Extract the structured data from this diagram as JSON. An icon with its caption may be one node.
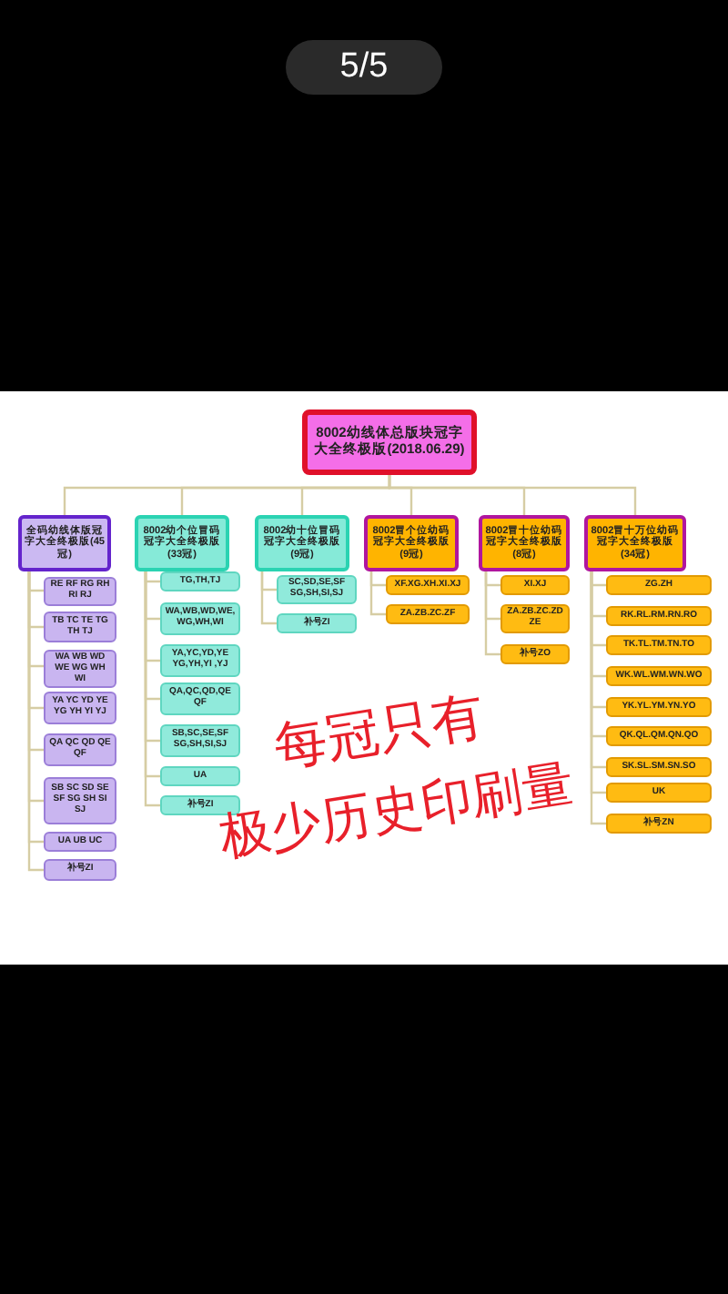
{
  "diagram": {
    "nodes": [
      {
        "text": [
          "8002幼线体总版块冠字大全终极版(2018.06.29)"
        ]
      },
      {
        "text": [
          "全码幼线体版冠字大全终极版(45冠)"
        ]
      },
      {
        "text": [
          "RE RF RG RH RI RJ"
        ]
      },
      {
        "text": [
          "TB TC TE TG TH TJ"
        ]
      },
      {
        "text": [
          "WA WB WD WE WG WH WI"
        ]
      },
      {
        "text": [
          "YA YC YD YE YG YH YI YJ"
        ]
      },
      {
        "text": [
          "QA QC QD QE QF"
        ]
      },
      {
        "text": [
          "SB SC SD SE SF SG SH SI SJ"
        ]
      },
      {
        "text": [
          "UA UB UC"
        ]
      },
      {
        "text": [
          "补号ZI"
        ]
      },
      {
        "text": [
          "8002幼个位冒码冠字大全终极版(33冠)"
        ]
      },
      {
        "text": [
          "TG,TH,TJ"
        ]
      },
      {
        "text": [
          "WA,WB,WD,WE, WG,WH,WI"
        ]
      },
      {
        "text": [
          "YA,YC,YD,YE YG,YH,YI ,YJ"
        ]
      },
      {
        "text": [
          "QA,QC,QD,QE QF"
        ]
      },
      {
        "text": [
          "SB,SC,SE,SF SG,SH,SI,SJ"
        ]
      },
      {
        "text": [
          "UA"
        ]
      },
      {
        "text": [
          "补号ZI"
        ]
      },
      {
        "text": [
          "8002幼十位冒码冠字大全终极版(9冠)"
        ]
      },
      {
        "text": [
          "SC,SD,SE,SF SG,SH,SI,SJ"
        ]
      },
      {
        "text": [
          "补号ZI"
        ]
      },
      {
        "text": [
          "8002冒个位幼码冠字大全终极版(9冠)"
        ]
      },
      {
        "text": [
          "XF.XG.XH.XI.XJ"
        ]
      },
      {
        "text": [
          "ZA.ZB.ZC.ZF"
        ]
      },
      {
        "text": [
          "8002冒十位幼码冠字大全终极版(8冠)"
        ]
      },
      {
        "text": [
          "XI.XJ"
        ]
      },
      {
        "text": [
          "ZA.ZB.ZC.ZD ZE"
        ]
      },
      {
        "text": [
          "补号ZO"
        ]
      },
      {
        "text": [
          "8002冒十万位幼码冠字大全终极版(34冠)"
        ]
      },
      {
        "text": [
          "ZG.ZH"
        ]
      },
      {
        "text": [
          "RK.RL.RM.RN.RO"
        ]
      },
      {
        "text": [
          "TK.TL.TM.TN.TO"
        ]
      },
      {
        "text": [
          "WK.WL.WM.WN.WO"
        ]
      },
      {
        "text": [
          "YK.YL.YM.YN.YO"
        ]
      },
      {
        "text": [
          "QK.QL.QM.QN.QO"
        ]
      },
      {
        "text": [
          "SK.SL.SM.SN.SO"
        ]
      },
      {
        "text": [
          "UK"
        ]
      },
      {
        "text": [
          "补号ZN"
        ]
      }
    ],
    "edges": [
      {
        "from": 0,
        "to": 1,
        "arrow": "none"
      },
      {
        "from": 0,
        "to": 10,
        "arrow": "none"
      },
      {
        "from": 0,
        "to": 18,
        "arrow": "none"
      },
      {
        "from": 0,
        "to": 21,
        "arrow": "none"
      },
      {
        "from": 0,
        "to": 24,
        "arrow": "none"
      },
      {
        "from": 0,
        "to": 28,
        "arrow": "none"
      },
      {
        "from": 1,
        "to": 2,
        "arrow": "none"
      },
      {
        "from": 1,
        "to": 3,
        "arrow": "none"
      },
      {
        "from": 1,
        "to": 4,
        "arrow": "none"
      },
      {
        "from": 1,
        "to": 5,
        "arrow": "none"
      },
      {
        "from": 1,
        "to": 6,
        "arrow": "none"
      },
      {
        "from": 1,
        "to": 7,
        "arrow": "none"
      },
      {
        "from": 1,
        "to": 8,
        "arrow": "none"
      },
      {
        "from": 1,
        "to": 9,
        "arrow": "none"
      },
      {
        "from": 10,
        "to": 11,
        "arrow": "none"
      },
      {
        "from": 10,
        "to": 12,
        "arrow": "none"
      },
      {
        "from": 10,
        "to": 13,
        "arrow": "none"
      },
      {
        "from": 10,
        "to": 14,
        "arrow": "none"
      },
      {
        "from": 10,
        "to": 15,
        "arrow": "none"
      },
      {
        "from": 10,
        "to": 16,
        "arrow": "none"
      },
      {
        "from": 10,
        "to": 17,
        "arrow": "none"
      },
      {
        "from": 18,
        "to": 19,
        "arrow": "none"
      },
      {
        "from": 18,
        "to": 20,
        "arrow": "none"
      },
      {
        "from": 21,
        "to": 22,
        "arrow": "none"
      },
      {
        "from": 21,
        "to": 23,
        "arrow": "none"
      },
      {
        "from": 24,
        "to": 25,
        "arrow": "none"
      },
      {
        "from": 24,
        "to": 26,
        "arrow": "none"
      },
      {
        "from": 24,
        "to": 27,
        "arrow": "none"
      },
      {
        "from": 28,
        "to": 29,
        "arrow": "none"
      },
      {
        "from": 28,
        "to": 30,
        "arrow": "none"
      },
      {
        "from": 28,
        "to": 31,
        "arrow": "none"
      },
      {
        "from": 28,
        "to": 32,
        "arrow": "none"
      },
      {
        "from": 28,
        "to": 33,
        "arrow": "none"
      },
      {
        "from": 28,
        "to": 34,
        "arrow": "none"
      },
      {
        "from": 28,
        "to": 35,
        "arrow": "none"
      },
      {
        "from": 28,
        "to": 36,
        "arrow": "none"
      },
      {
        "from": 28,
        "to": 37,
        "arrow": "none"
      }
    ],
    "labels": [
      "5/5",
      "每冠只有",
      "极少历史印刷量"
    ]
  }
}
